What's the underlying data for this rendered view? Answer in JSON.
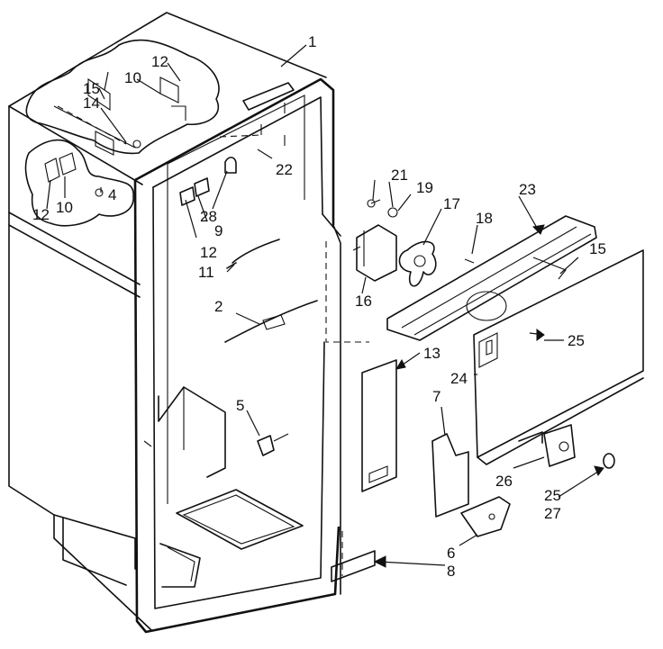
{
  "callouts": [
    {
      "id": "1",
      "text": "1"
    },
    {
      "id": "2",
      "text": "2"
    },
    {
      "id": "4",
      "text": "4"
    },
    {
      "id": "5",
      "text": "5"
    },
    {
      "id": "6",
      "text": "6"
    },
    {
      "id": "7",
      "text": "7"
    },
    {
      "id": "8",
      "text": "8"
    },
    {
      "id": "9",
      "text": "9"
    },
    {
      "id": "10a",
      "text": "10"
    },
    {
      "id": "10b",
      "text": "10"
    },
    {
      "id": "11",
      "text": "11"
    },
    {
      "id": "12a",
      "text": "12"
    },
    {
      "id": "12b",
      "text": "12"
    },
    {
      "id": "12c",
      "text": "12"
    },
    {
      "id": "13",
      "text": "13"
    },
    {
      "id": "14",
      "text": "14"
    },
    {
      "id": "15a",
      "text": "15"
    },
    {
      "id": "15b",
      "text": "15"
    },
    {
      "id": "16",
      "text": "16"
    },
    {
      "id": "17",
      "text": "17"
    },
    {
      "id": "18",
      "text": "18"
    },
    {
      "id": "19",
      "text": "19"
    },
    {
      "id": "21",
      "text": "21"
    },
    {
      "id": "22",
      "text": "22"
    },
    {
      "id": "23",
      "text": "23"
    },
    {
      "id": "24",
      "text": "24"
    },
    {
      "id": "25a",
      "text": "25"
    },
    {
      "id": "25b",
      "text": "25"
    },
    {
      "id": "26",
      "text": "26"
    },
    {
      "id": "27",
      "text": "27"
    },
    {
      "id": "28",
      "text": "28"
    }
  ]
}
